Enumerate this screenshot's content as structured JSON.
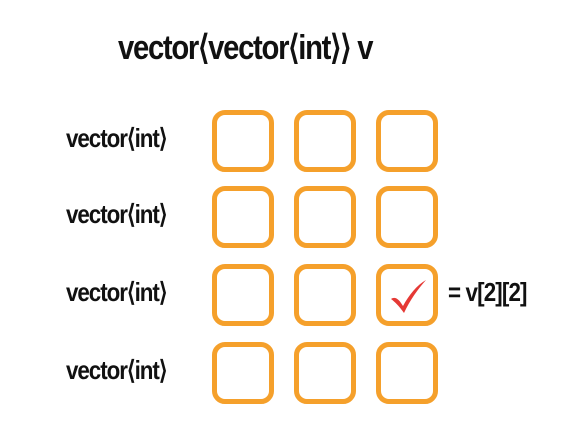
{
  "title": "vector⟨vector⟨int⟩⟩ v",
  "rows": [
    {
      "label": "vector⟨int⟩"
    },
    {
      "label": "vector⟨int⟩"
    },
    {
      "label": "vector⟨int⟩"
    },
    {
      "label": "vector⟨int⟩"
    }
  ],
  "annotation": "= v[2][2]",
  "colors": {
    "cell_border": "#f5a02b",
    "check": "#e53935",
    "text": "#111111"
  },
  "icons": {
    "check": "checkmark-icon"
  }
}
